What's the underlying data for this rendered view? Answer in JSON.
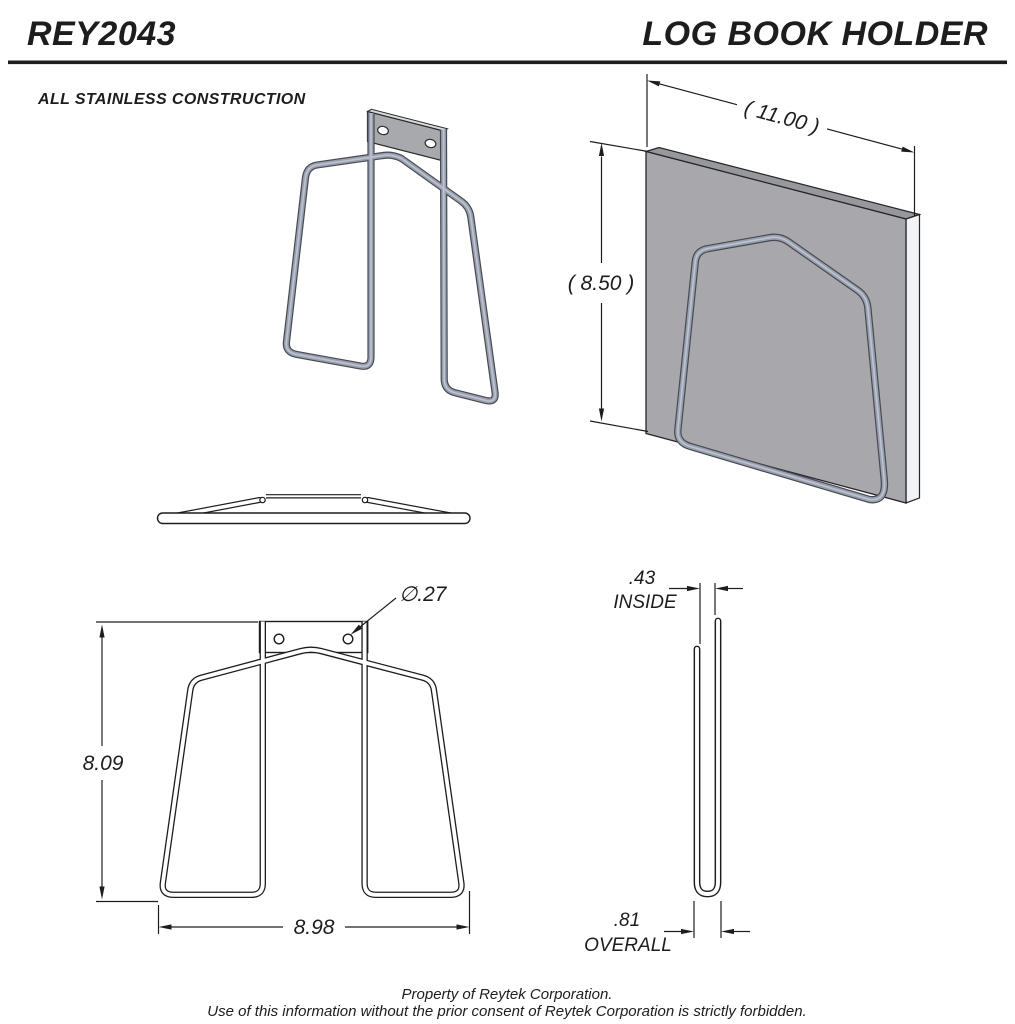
{
  "header": {
    "part_number": "REY2043",
    "title": "LOG BOOK HOLDER"
  },
  "note": {
    "material": "ALL STAINLESS CONSTRUCTION"
  },
  "dimensions": {
    "panel_width_ref": "( 11.00 )",
    "panel_height_ref": "( 8.50 )",
    "overall_height": "8.09",
    "overall_width": "8.98",
    "hole_diameter": "∅.27",
    "inside_value": ".43",
    "inside_label": "INSIDE",
    "overall_value": ".81",
    "overall_label": "OVERALL"
  },
  "footer": {
    "line1": "Property of Reytek Corporation.",
    "line2": "Use of this information without the prior consent of Reytek Corporation is strictly forbidden."
  },
  "colors": {
    "line": "#1d1d1f",
    "plate_gray": "#a8a9ad",
    "panel_gray": "#a8a8ac",
    "wire_gray": "#9aa0ab",
    "wire_highlight": "#bdc3d6"
  }
}
